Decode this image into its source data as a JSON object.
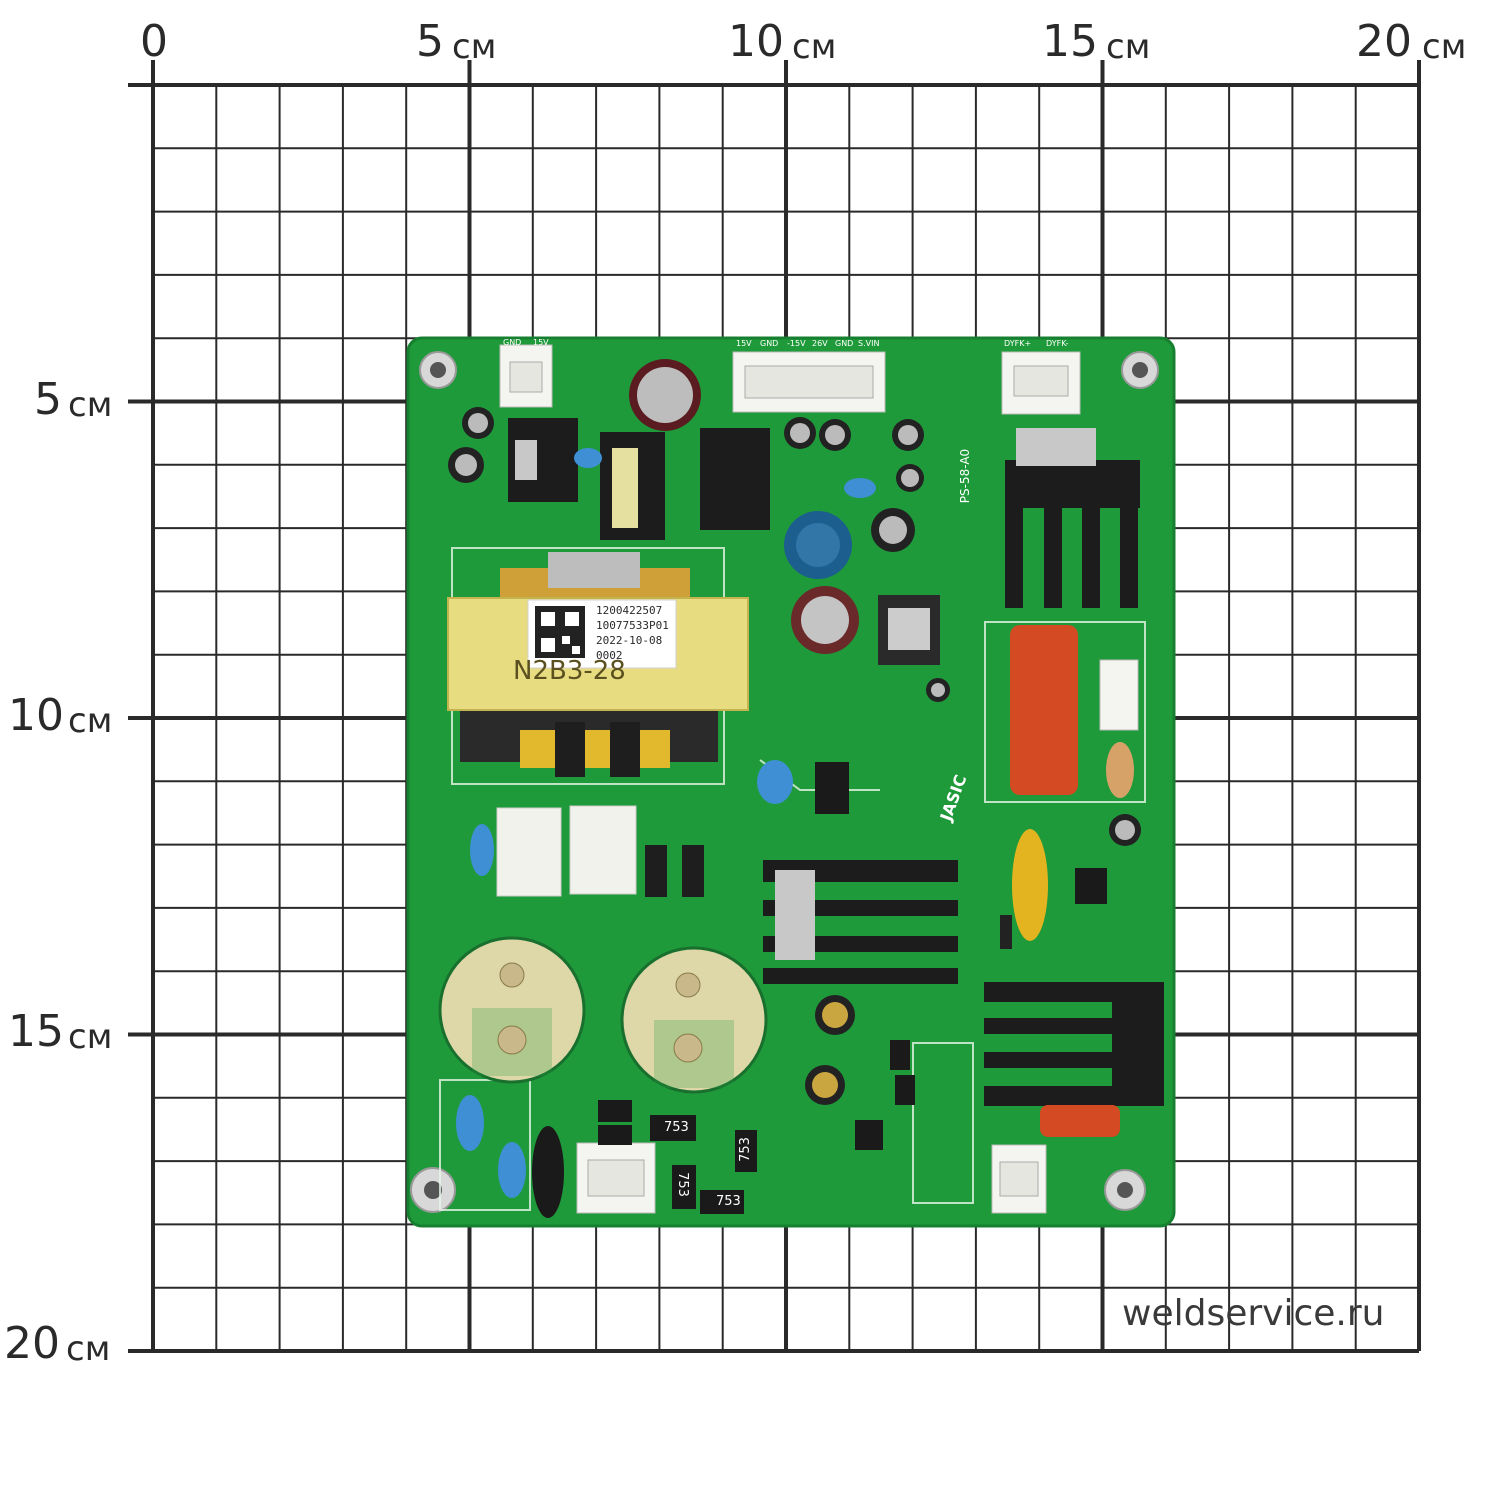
{
  "ruler": {
    "unit": "см",
    "top": [
      "0",
      "5",
      "10",
      "15",
      "20"
    ],
    "left": [
      "5",
      "10",
      "15",
      "20"
    ]
  },
  "watermark": "weldservice.ru",
  "board": {
    "product_label": [
      "1200422507",
      "10077533P01",
      "2022-10-08",
      "0002"
    ],
    "transformer_text": "N2B3-28",
    "connectors": {
      "cn3": [
        "GND",
        "15V"
      ],
      "cn1": [
        "15V",
        "GND",
        "-15V",
        "26V",
        "GND",
        "S.VIN"
      ],
      "cn5": [
        "DYFK+",
        "DYFK-"
      ]
    },
    "resistor_code": "753",
    "board_code": "PS-58-A0",
    "brand": "JASIC",
    "colors": {
      "pcb": "#1f9a3a",
      "silk": "#ffffff"
    }
  }
}
